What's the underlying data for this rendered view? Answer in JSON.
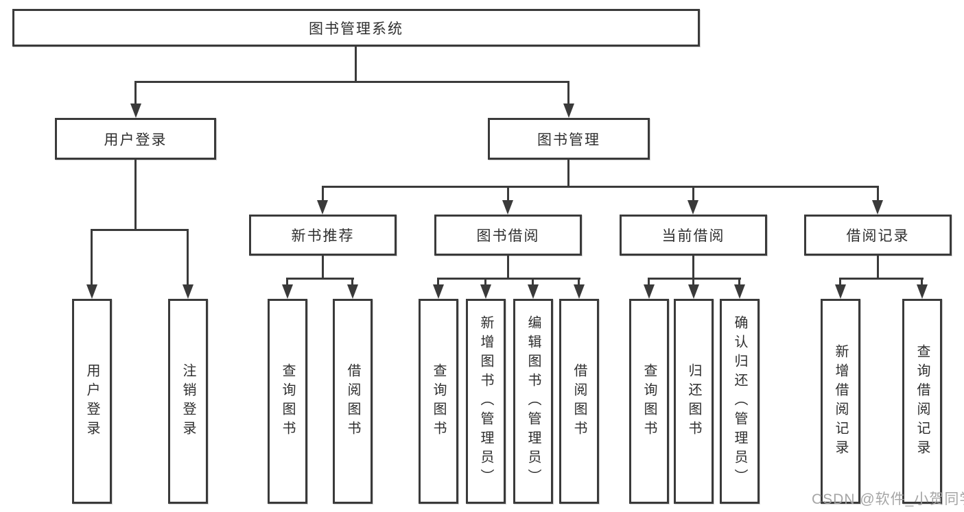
{
  "diagram": {
    "root": {
      "label": "图书管理系统"
    },
    "user_branch": {
      "label": "用户登录",
      "children": [
        "用户登录",
        "注销登录"
      ]
    },
    "management_branch": {
      "label": "图书管理",
      "modules": [
        {
          "label": "新书推荐",
          "children": [
            "查询图书",
            "借阅图书"
          ]
        },
        {
          "label": "图书借阅",
          "children": [
            "查询图书",
            "新增图书（管理员）",
            "编辑图书（管理员）",
            "借阅图书"
          ]
        },
        {
          "label": "当前借阅",
          "children": [
            "查询图书",
            "归还图书",
            "确认归还（管理员）"
          ]
        },
        {
          "label": "借阅记录",
          "children": [
            "新增借阅记录",
            "查询借阅记录"
          ]
        }
      ]
    },
    "colors": {
      "line": "#3a3a3a",
      "box_border": "#3a3a3a",
      "text": "#2f2f2f",
      "watermark": "#a0a0a0",
      "background": "#ffffff"
    },
    "watermark": "CSDN @软件_小贺同学"
  }
}
